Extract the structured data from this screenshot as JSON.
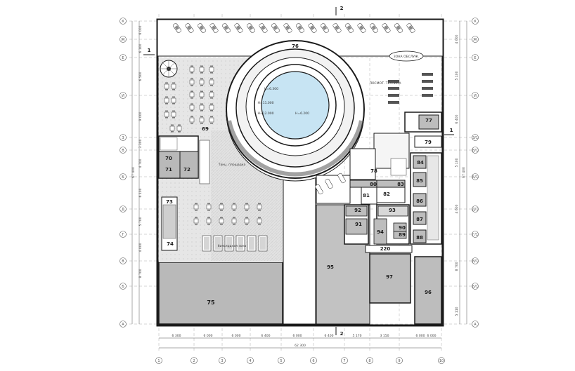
{
  "section_marks": {
    "top": "2",
    "bottom": "2",
    "left": "1",
    "right": "1"
  },
  "rooms": {
    "r69": "69",
    "r70": "70",
    "r71": "71",
    "r72": "72",
    "r73": "73",
    "r74": "74",
    "r75": "75",
    "r76": "76",
    "r77": "77",
    "r78": "78",
    "r79": "79",
    "r80": "80",
    "r81": "81",
    "r82": "82",
    "r83": "83",
    "r84": "84",
    "r85": "85",
    "r86": "86",
    "r87": "87",
    "r88": "88",
    "r89": "89",
    "r90": "90",
    "r91": "91",
    "r92": "92",
    "r93": "93",
    "r94": "94",
    "r95": "95",
    "r96": "96",
    "r97": "97",
    "r220": "220"
  },
  "notes": {
    "dance_floor": "Танц. площадка",
    "billiard_zone": "бильярдная зона",
    "lookout": "ПОСМОТ. ТЕХНИКА",
    "level_a": "Н=6.300",
    "level_b": "Н=11.000",
    "level_c": "Н=12.000",
    "level_d": "Н=6.200",
    "zone": "ЗОНА ОБСЛУЖ."
  },
  "axes": {
    "bottom": [
      "1",
      "2",
      "3",
      "4",
      "5",
      "6",
      "7",
      "8",
      "9",
      "10"
    ],
    "left": [
      "К",
      "Ж",
      "Е",
      "И",
      "З",
      "В",
      "Б",
      "Д",
      "Г",
      "В",
      "Б",
      "А"
    ],
    "right": [
      "К",
      "Ж",
      "Е",
      "И",
      "З/1",
      "В/1",
      "Б/1",
      "Д/1",
      "Г/1",
      "В/1",
      "Б/1",
      "А"
    ]
  },
  "dimensions": {
    "bottom": [
      "6 300",
      "6 000",
      "6 000",
      "6 400",
      "6 000",
      "6 400",
      "5 170",
      "3 150",
      "6 000",
      "6 000"
    ],
    "bottom_total": "62 300",
    "left": [
      "6 000",
      "6 100",
      "6 500",
      "9 000",
      "3 300",
      "4 700",
      "6 100",
      "5 700",
      "4 000",
      "8 700"
    ],
    "left_total": "67 400",
    "right": [
      "4 000",
      "5 100",
      "6 400",
      "5 100",
      "4 600",
      "8 700",
      "5 110"
    ],
    "right_total": "67 400"
  },
  "colors": {
    "background": "#ffffff",
    "outline": "#1a1a1a",
    "gray_room": "#b9b9b9",
    "light_gray": "#e1e1e1",
    "hatch": "#d0d0d0",
    "pool": "#c7e4f3",
    "dark_fill": "#555555"
  }
}
